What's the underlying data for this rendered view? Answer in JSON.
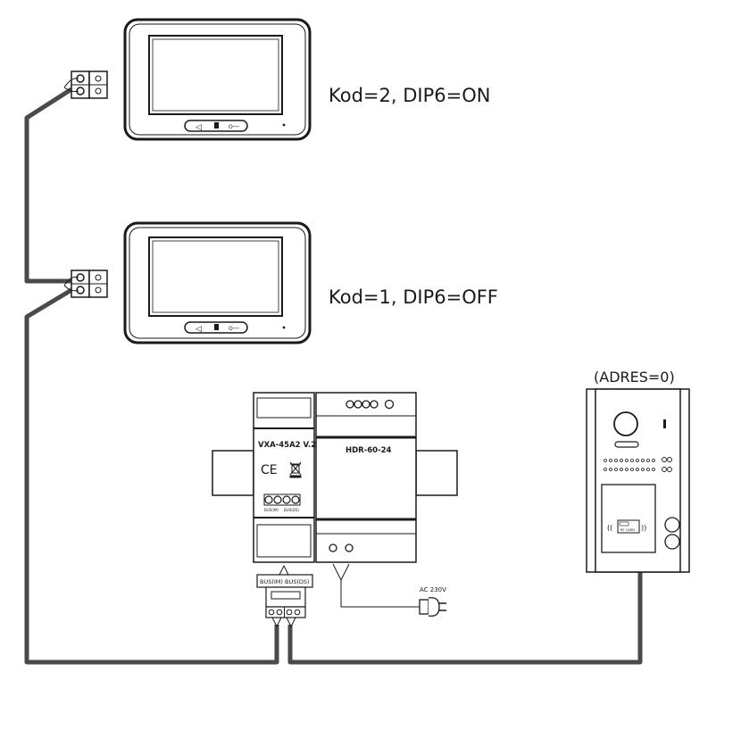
{
  "monitor_top": {
    "label": "Kod=2, DIP6=ON"
  },
  "monitor_bottom": {
    "label": "Kod=1, DIP6=OFF"
  },
  "monitor_buttons": {
    "key": "O──"
  },
  "distributor": {
    "model": "VXA-45A2 V.2",
    "ce_mark": "CE",
    "terminal_caption_left": "BUS(IM)",
    "terminal_caption_right": "BUS(DS)",
    "callout_left": "BUS(IM)",
    "callout_right": "BUS(DS)"
  },
  "power_supply": {
    "model": "HDR-60-24",
    "ac_label": "AC 230V"
  },
  "door_station": {
    "address": "(ADRES=0)",
    "rfid_card": "RF CARD"
  },
  "colors": {
    "wire": "#4a4a4a",
    "outline": "#1a1a1a"
  }
}
